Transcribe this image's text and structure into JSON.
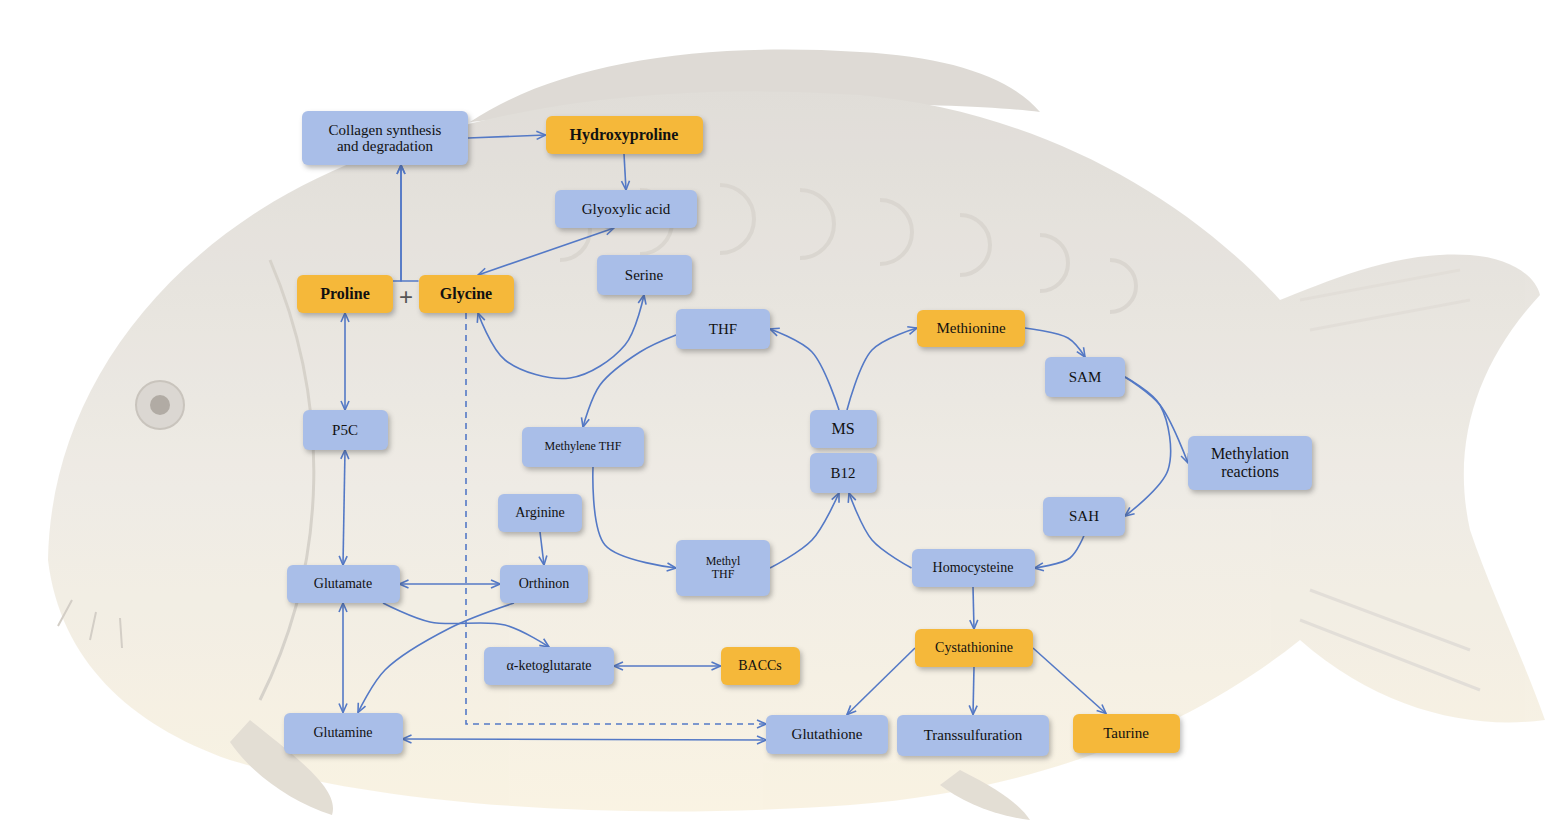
{
  "diagram": {
    "nodes": [
      {
        "text": [
          "Collagen synthesis and degradation"
        ]
      },
      {
        "text": [
          "Hydroxyproline"
        ]
      },
      {
        "text": [
          "Glyoxylic acid"
        ]
      },
      {
        "text": [
          "Serine"
        ]
      },
      {
        "text": [
          "Proline"
        ]
      },
      {
        "text": [
          "Glycine"
        ]
      },
      {
        "text": [
          "THF"
        ]
      },
      {
        "text": [
          "Methionine"
        ]
      },
      {
        "text": [
          "SAM"
        ]
      },
      {
        "text": [
          "P5C"
        ]
      },
      {
        "text": [
          "Methylene THF"
        ]
      },
      {
        "text": [
          "MS"
        ]
      },
      {
        "text": [
          "B12"
        ]
      },
      {
        "text": [
          "Methylation reactions"
        ]
      },
      {
        "text": [
          "Arginine"
        ]
      },
      {
        "text": [
          "SAH"
        ]
      },
      {
        "text": [
          "Methyl THF"
        ]
      },
      {
        "text": [
          "Glutamate"
        ]
      },
      {
        "text": [
          "Orthinon"
        ]
      },
      {
        "text": [
          "Homocysteine"
        ]
      },
      {
        "text": [
          "Cystathionine"
        ]
      },
      {
        "text": [
          "α-ketoglutarate"
        ]
      },
      {
        "text": [
          "BACCs"
        ]
      },
      {
        "text": [
          "Glutamine"
        ]
      },
      {
        "text": [
          "Glutathione"
        ]
      },
      {
        "text": [
          "Transsulfuration"
        ]
      },
      {
        "text": [
          "Taurine"
        ]
      }
    ],
    "edges": [
      {
        "from": 0,
        "to": 1,
        "arrow": "to"
      },
      {
        "from": 1,
        "to": 2,
        "arrow": "to"
      },
      {
        "from": 2,
        "to": 5,
        "arrow": "both"
      },
      {
        "from": 4,
        "to": 0,
        "arrow": "to"
      },
      {
        "from": 5,
        "to": 0,
        "arrow": "to"
      },
      {
        "from": 4,
        "to": 9,
        "arrow": "both"
      },
      {
        "from": 9,
        "to": 17,
        "arrow": "both"
      },
      {
        "from": 17,
        "to": 23,
        "arrow": "both"
      },
      {
        "from": 5,
        "to": 3,
        "arrow": "both"
      },
      {
        "from": 6,
        "to": 10,
        "arrow": "to"
      },
      {
        "from": 10,
        "to": 16,
        "arrow": "to"
      },
      {
        "from": 16,
        "to": 12,
        "arrow": "to"
      },
      {
        "from": 11,
        "to": 6,
        "arrow": "to"
      },
      {
        "from": 11,
        "to": 7,
        "arrow": "to"
      },
      {
        "from": 19,
        "to": 12,
        "arrow": "to"
      },
      {
        "from": 7,
        "to": 8,
        "arrow": "to"
      },
      {
        "from": 8,
        "to": 15,
        "arrow": "to"
      },
      {
        "from": 8,
        "to": 13,
        "arrow": "to"
      },
      {
        "from": 15,
        "to": 19,
        "arrow": "to"
      },
      {
        "from": 19,
        "to": 20,
        "arrow": "to"
      },
      {
        "from": 20,
        "to": 24,
        "arrow": "to"
      },
      {
        "from": 20,
        "to": 25,
        "arrow": "to"
      },
      {
        "from": 20,
        "to": 26,
        "arrow": "to"
      },
      {
        "from": 23,
        "to": 24,
        "arrow": "both"
      },
      {
        "from": 5,
        "to": 24,
        "arrow": "to"
      },
      {
        "from": 14,
        "to": 18,
        "arrow": "to"
      },
      {
        "from": 17,
        "to": 18,
        "arrow": "both"
      },
      {
        "from": 17,
        "to": 21,
        "arrow": "to"
      },
      {
        "from": 18,
        "to": 23,
        "arrow": "to"
      },
      {
        "from": 21,
        "to": 22,
        "arrow": "both"
      }
    ],
    "labels": [
      "+"
    ]
  }
}
